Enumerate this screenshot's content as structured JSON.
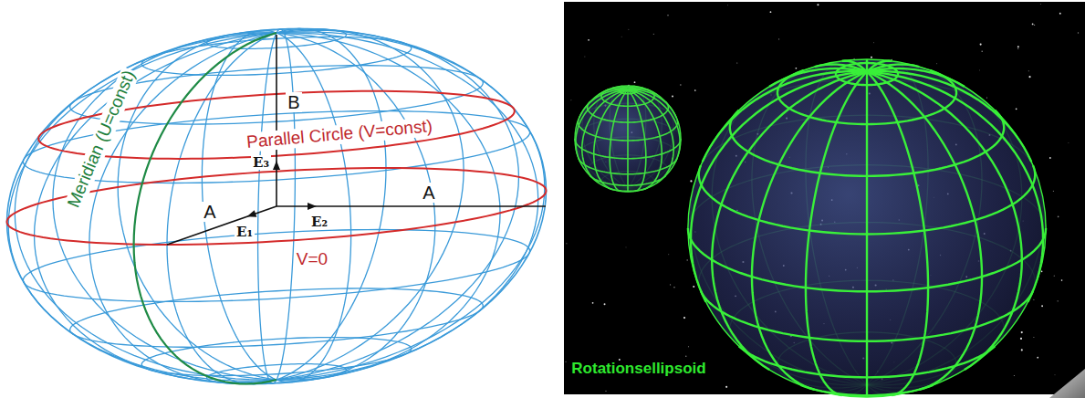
{
  "diagram": {
    "labels": [
      "Meridian (U=const)",
      "Parallel Circle (V=const)",
      "V=0",
      "A",
      "A",
      "B",
      "E₁",
      "E₂",
      "E₃",
      "Rotationsellipsoid"
    ]
  }
}
